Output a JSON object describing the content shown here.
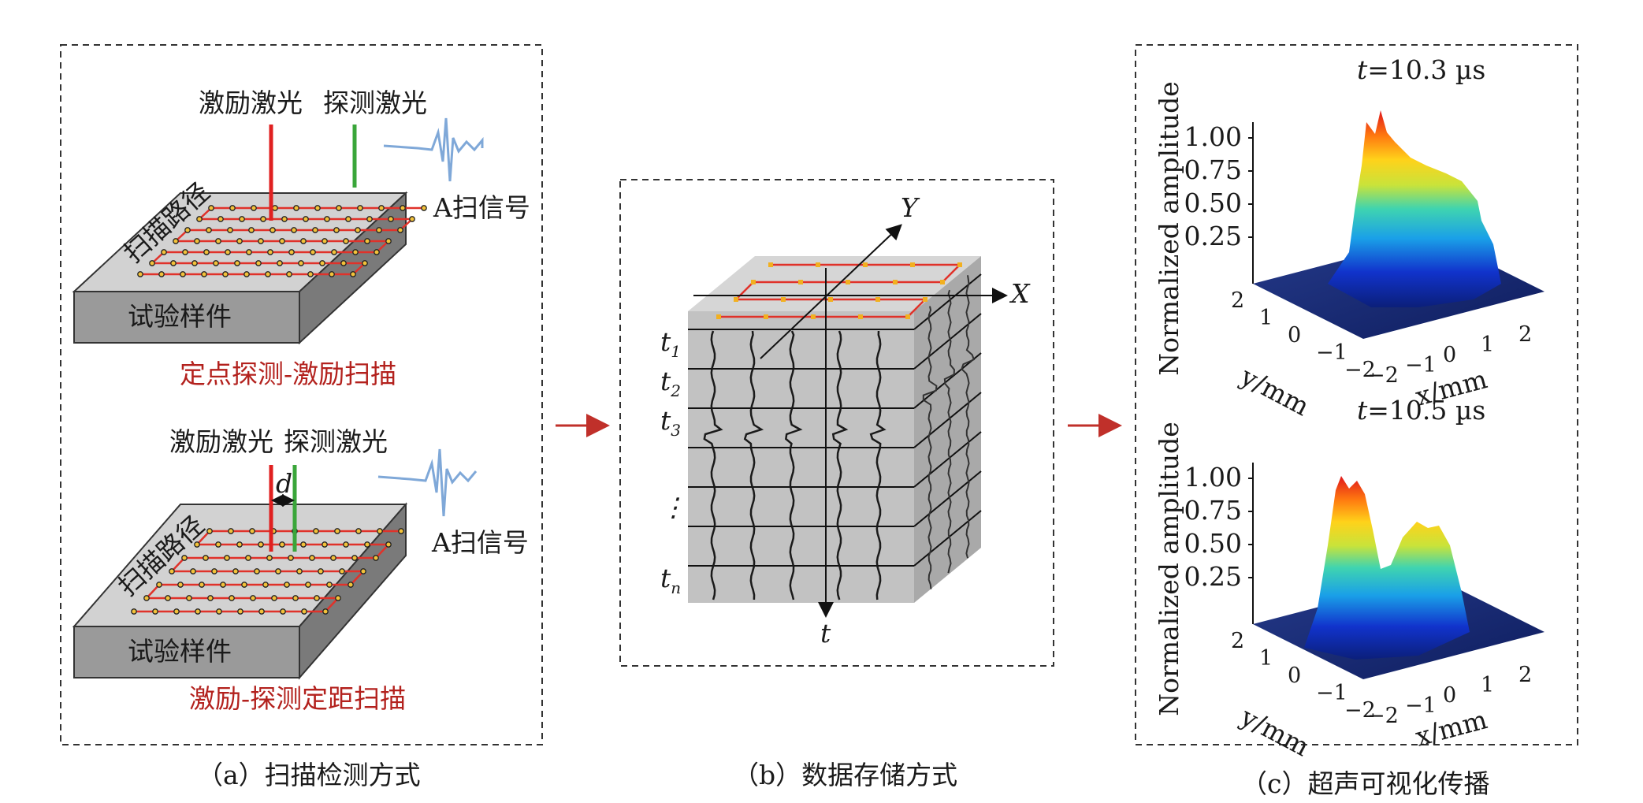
{
  "panel_a": {
    "top": {
      "excite_label": "激励激光",
      "detect_label": "探测激光",
      "path_label": "扫描路径",
      "ascan_label": "A扫信号",
      "sample_label": "试验样件",
      "method_label": "定点探测-激励扫描"
    },
    "bottom": {
      "excite_label": "激励激光",
      "detect_label": "探测激光",
      "distance_label": "d",
      "path_label": "扫描路径",
      "ascan_label": "A扫信号",
      "sample_label": "试验样件",
      "method_label": "激励-探测定距扫描"
    },
    "caption": "（a）扫描检测方式"
  },
  "panel_b": {
    "axis_x": "X",
    "axis_y": "Y",
    "axis_t": "t",
    "time_labels": [
      "t",
      "t",
      "t",
      "⋮",
      "t"
    ],
    "time_subscripts": [
      "1",
      "2",
      "3",
      "",
      "n"
    ],
    "caption": "（b）数据存储方式"
  },
  "panel_c": {
    "plots": [
      {
        "time_t": "t",
        "time_value": "=10.3 µs"
      },
      {
        "time_t": "t",
        "time_value": "=10.5 µs"
      }
    ],
    "ylabel": "Normalized amplitude",
    "zticks": [
      "1.00",
      "0.75",
      "0.50",
      "0.25"
    ],
    "x_axis_label": "x/mm",
    "y_axis_label": "y/mm",
    "x_ticks": [
      "−2",
      "−1",
      "0",
      "1",
      "2"
    ],
    "y_ticks": [
      "2",
      "1",
      "0",
      "−1",
      "−2"
    ],
    "caption": "（c）超声可视化传播"
  },
  "colors": {
    "scan_path": "#e0322a",
    "excite_laser": "#e02020",
    "detect_laser": "#3aa63a",
    "arrow": "#c0302a",
    "method_text": "#b3211d",
    "block_top": "#d2d2d2",
    "block_side": "#8d8d8d"
  }
}
